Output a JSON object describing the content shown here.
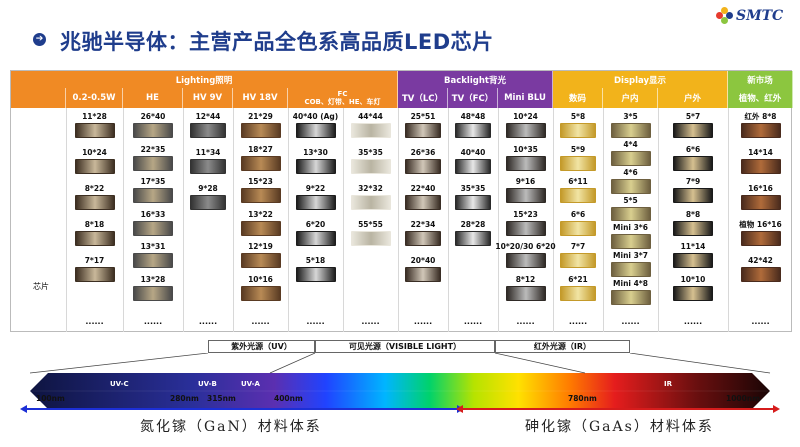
{
  "header": {
    "title": "兆驰半导体：主营产品全色系高品质LED芯片",
    "logo_text": "SMTC"
  },
  "groups": [
    {
      "label": "Lighting照明",
      "color": "#f08a24"
    },
    {
      "label": "Backlight背光",
      "color": "#7a3aa1"
    },
    {
      "label": "Display显示",
      "color": "#f2b31b"
    },
    {
      "label": "新市场",
      "color": "#8cc63f"
    }
  ],
  "subheaders": [
    {
      "label": "0.2-0.5W"
    },
    {
      "label": "HE"
    },
    {
      "label": "HV 9V"
    },
    {
      "label": "HV 18V"
    },
    {
      "label": "FC",
      "sub": "COB、灯带、HE、车灯"
    },
    {
      "label": "TV（LC）"
    },
    {
      "label": "TV（FC）"
    },
    {
      "label": "Mini BLU"
    },
    {
      "label": "数码"
    },
    {
      "label": "户内"
    },
    {
      "label": "户外"
    },
    {
      "label": "植物、红外"
    }
  ],
  "row_label": "芯片",
  "columns": [
    {
      "chips": [
        "11*28",
        "10*24",
        "8*22",
        "8*18",
        "7*17"
      ]
    },
    {
      "chips": [
        "26*40",
        "22*35",
        "17*35",
        "16*33",
        "13*31",
        "13*28"
      ]
    },
    {
      "chips": [
        "12*44",
        "11*34",
        "9*28"
      ]
    },
    {
      "chips": [
        "21*29",
        "18*27",
        "15*23",
        "13*22",
        "12*19",
        "10*16"
      ]
    },
    {
      "chips": [
        "40*40 (Ag)",
        "13*30",
        "9*22",
        "6*20",
        "5*18"
      ],
      "extra": "44*44"
    },
    {
      "chips": [
        "44*44",
        "35*35",
        "32*32",
        "55*55"
      ]
    },
    {
      "chips": [
        "25*51",
        "26*36",
        "22*40",
        "22*34",
        "20*40"
      ]
    },
    {
      "chips": [
        "48*48",
        "40*40",
        "35*35",
        "28*28"
      ]
    },
    {
      "chips": [
        "10*24",
        "10*35",
        "9*16",
        "15*23",
        "10*20/30 6*20",
        "8*12"
      ]
    },
    {
      "chips": [
        "5*8",
        "5*9",
        "6*11",
        "6*6",
        "7*7",
        "6*21"
      ]
    },
    {
      "chips": [
        "3*5",
        "4*4",
        "4*6",
        "5*5",
        "Mini 3*6",
        "Mini 3*7",
        "Mini 4*8"
      ]
    },
    {
      "chips": [
        "5*7",
        "6*6",
        "7*9",
        "8*8",
        "11*14",
        "10*10"
      ]
    },
    {
      "chips": [
        "红外 8*8",
        "14*14",
        "16*16",
        "植物 16*16",
        "42*42"
      ]
    }
  ],
  "dots": "......",
  "spectrum": {
    "legend_uv": "紫外光源（UV）",
    "legend_visible": "可见光源（VISIBLE LIGHT）",
    "legend_ir": "红外光源（IR）",
    "bands": [
      "UV-C",
      "UV-B",
      "UV-A",
      "IR"
    ],
    "ticks": [
      "100nm",
      "280nm",
      "315nm",
      "400nm",
      "780nm",
      "1000nm"
    ],
    "gan": "氮化镓（GaN）材料体系",
    "gaas": "砷化镓（GaAs）材料体系"
  }
}
